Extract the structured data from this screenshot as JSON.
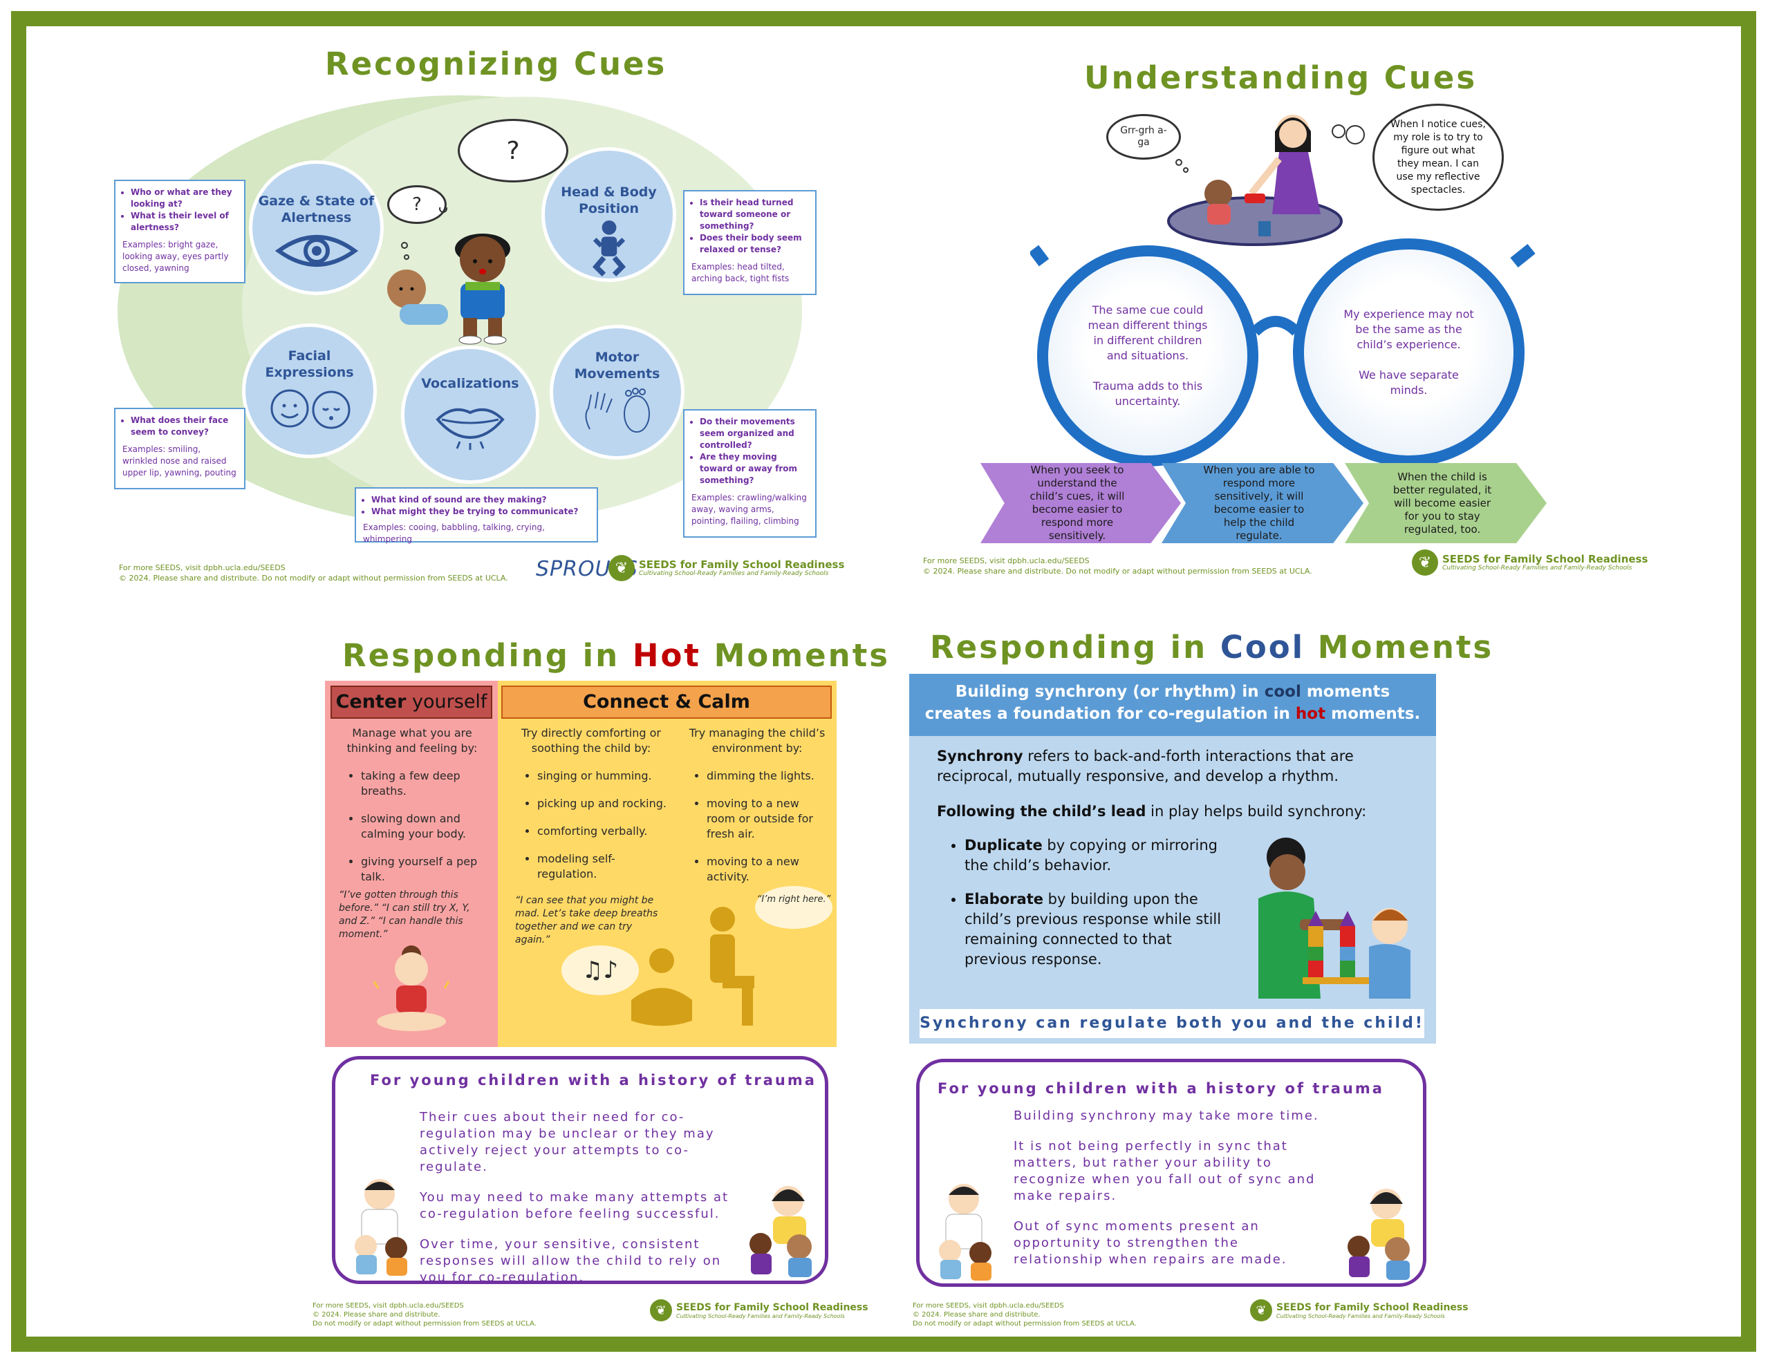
{
  "panel1": {
    "title": "Recognizing Cues",
    "circles": {
      "gaze": "Gaze & State of Alertness",
      "head": "Head & Body Position",
      "facial": "Facial Expressions",
      "vocal": "Vocalizations",
      "motor": "Motor Movements"
    },
    "boxes": {
      "gaze_q1": "Who or what are they looking at?",
      "gaze_q2": "What is their level of alertness?",
      "gaze_ex": "Examples: bright gaze, looking away, eyes partly closed, yawning",
      "head_q1": "Is their head turned toward someone or something?",
      "head_q2": "Does their body seem relaxed or tense?",
      "head_ex": "Examples: head tilted, arching back, tight fists",
      "facial_q1": "What does their face seem to convey?",
      "facial_ex": "Examples: smiling, wrinkled nose and raised upper lip, yawning, pouting",
      "motor_q1": "Do their movements seem organized and controlled?",
      "motor_q2": "Are they moving toward or away from something?",
      "motor_ex": "Examples: crawling/walking away, waving arms, pointing, flailing, climbing",
      "vocal_q1": "What kind of sound are they making?",
      "vocal_q2": "What might they be trying to communicate?",
      "vocal_ex": "Examples: cooing, babbling, talking, crying, whimpering"
    },
    "question_mark": "?",
    "footer_line1": "For more SEEDS, visit dpbh.ucla.edu/SEEDS",
    "footer_line2": "© 2024. Please share and distribute. Do not modify or adapt without permission from SEEDS at UCLA.",
    "sprouts": "SPROUTS"
  },
  "panel2": {
    "title": "Understanding Cues",
    "baby_sound": "Grr-grh a-ga",
    "thought": "When I notice cues, my role is to try to figure out what they mean. I can use my reflective spectacles.",
    "left_lens": "The same cue could mean different things in different children and situations.\n\nTrauma adds to this uncertainty.",
    "right_lens": "My experience may not be the same as the child’s experience.\n\nWe have separate minds.",
    "chevrons": [
      "When you seek to understand the child’s cues, it will become easier to respond more sensitively.",
      "When you are able to respond more sensitively, it will become easier to help the child regulate.",
      "When the child is better regulated, it will become easier for you to stay regulated, too."
    ],
    "footer_line1": "For more SEEDS, visit dpbh.ucla.edu/SEEDS",
    "footer_line2": "© 2024. Please share and distribute. Do not modify or adapt without permission from SEEDS at UCLA."
  },
  "panel3": {
    "title_a": "Responding in ",
    "title_hot": "Hot",
    "title_b": " Moments",
    "center_header_a": "Center",
    "center_header_b": " yourself",
    "connect_header": "Connect & Calm",
    "center_intro": "Manage what you are thinking and feeling by:",
    "center_items": [
      "taking a few deep breaths.",
      "slowing down and calming your body.",
      "giving yourself a pep talk."
    ],
    "center_quote": "“I’ve gotten through this before.” “I can still try X, Y, and Z.” “I can handle this moment.”",
    "comfort_intro": "Try directly comforting or soothing the child by:",
    "comfort_items": [
      "singing or humming.",
      "picking up and rocking.",
      "comforting verbally.",
      "modeling self-regulation."
    ],
    "comfort_quote": "“I can see that you might be mad. Let’s take deep breaths together and we can try again.”",
    "env_intro": "Try managing the child’s environment by:",
    "env_items": [
      "dimming the lights.",
      "moving to a new room or outside for fresh air.",
      "moving to a new activity."
    ],
    "env_quote": "“I’m right here.”",
    "music": "♫♪",
    "trauma_title": "For young children with a history of trauma",
    "trauma_p1": "Their cues about their need for co-regulation may be unclear or they may actively reject your attempts to co-regulate.",
    "trauma_p2": "You may need to make many attempts at co-regulation before feeling successful.",
    "trauma_p3": "Over time, your sensitive, consistent responses will allow the child to rely on you for co-regulation.",
    "footer_line1": "For more SEEDS, visit dpbh.ucla.edu/SEEDS",
    "footer_line2": "© 2024. Please share and distribute.",
    "footer_line3": "Do not modify or adapt without permission from SEEDS at UCLA."
  },
  "panel4": {
    "title_a": "Responding in ",
    "title_cool": "Cool",
    "title_b": " Moments",
    "head_line1_a": "Building synchrony (or rhythm) in ",
    "head_line1_cool": "cool",
    "head_line1_b": " moments",
    "head_line2_a": "creates a foundation for co-regulation in ",
    "head_line2_hot": "hot",
    "head_line2_b": " moments.",
    "sync_def_bold": "Synchrony",
    "sync_def": " refers to back-and-forth interactions that are reciprocal, mutually responsive, and develop a rhythm.",
    "lead_bold": "Following the child’s lead",
    "lead": " in play helps build synchrony:",
    "dup_bold": "Duplicate",
    "dup": " by copying or mirroring the child’s behavior.",
    "elab_bold": "Elaborate",
    "elab": " by building upon the child’s previous response while still remaining  connected to that previous response.",
    "banner": "Synchrony can regulate both you and the child!",
    "trauma_title": "For young children with a history of trauma",
    "trauma_p1": "Building synchrony may take more time.",
    "trauma_p2": "It is not being perfectly in sync that matters, but rather your ability to recognize when you fall out of sync and make repairs.",
    "trauma_p3": "Out of sync moments present an opportunity to strengthen the relationship when repairs are made.",
    "footer_line1": "For more SEEDS, visit dpbh.ucla.edu/SEEDS",
    "footer_line2": "© 2024. Please share and distribute.",
    "footer_line3": "Do not modify or adapt without permission from SEEDS at UCLA."
  },
  "logo": {
    "name": "SEEDS for Family School Readiness",
    "tagline": "Cultivating School-Ready Families and Family-Ready Schools"
  },
  "colors": {
    "green": "#6f9323",
    "purple": "#7030a0",
    "blue": "#2f5597",
    "hot": "#c00000"
  }
}
